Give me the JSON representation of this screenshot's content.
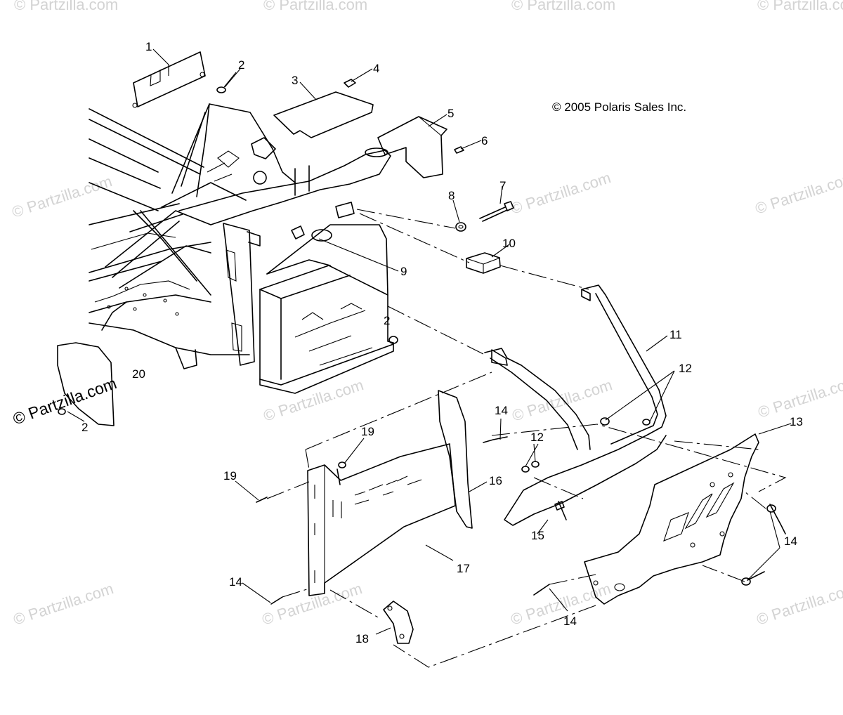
{
  "copyright": "© 2005 Polaris Sales Inc.",
  "watermark_text": "© Partzilla.com",
  "callouts": [
    "1",
    "2",
    "3",
    "4",
    "5",
    "6",
    "7",
    "8",
    "9",
    "10",
    "11",
    "12",
    "12",
    "13",
    "14",
    "14",
    "14",
    "14",
    "15",
    "16",
    "17",
    "18",
    "19",
    "19",
    "2",
    "20",
    "2"
  ],
  "colors": {
    "line": "#000000",
    "watermark": "#c9c9c9",
    "background": "#ffffff"
  }
}
